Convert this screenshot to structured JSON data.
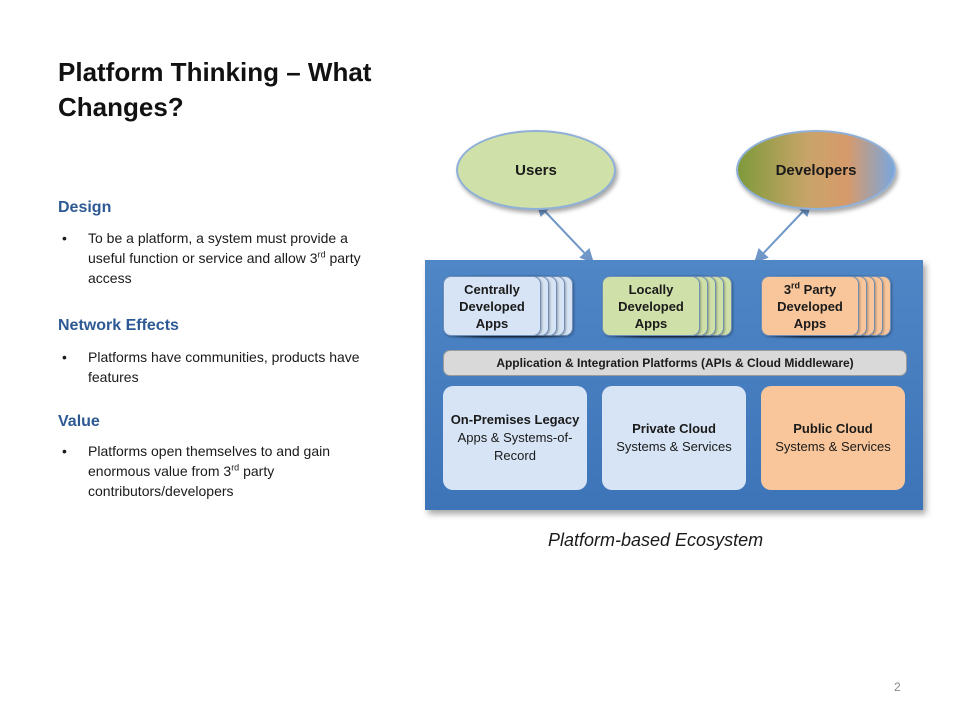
{
  "slide": {
    "title": "Platform Thinking – What Changes?",
    "page_number": "2"
  },
  "sections": [
    {
      "heading": "Design",
      "bullet_pre": "To be a platform, a system must provide a useful function or service and allow 3",
      "sup": "rd",
      "bullet_post": " party access"
    },
    {
      "heading": "Network Effects",
      "bullet_pre": "Platforms have communities, products have features",
      "sup": "",
      "bullet_post": ""
    },
    {
      "heading": "Value",
      "bullet_pre": "Platforms open themselves to and gain enormous value from 3",
      "sup": "rd",
      "bullet_post": " party contributors/developers"
    }
  ],
  "bullet_symbol": "•",
  "diagram": {
    "users": "Users",
    "developers": "Developers",
    "apps_central": "Centrally Developed Apps",
    "apps_local": "Locally Developed Apps",
    "apps_3rd_pre": "3",
    "apps_3rd_sup": "rd",
    "apps_3rd_post": " Party Developed Apps",
    "middleware": "Application & Integration Platforms (APIs & Cloud Middleware)",
    "onprem_bold": "On-Premises Legacy",
    "onprem_normal": "Apps & Systems-of-Record",
    "private_bold": "Private Cloud",
    "private_normal": "Systems & Services",
    "public_bold": "Public Cloud",
    "public_normal": "Systems & Services",
    "caption": "Platform-based Ecosystem",
    "colors": {
      "platform_blue": "#4f86c6",
      "users_green": "#cfe0a8",
      "apps_blue": "#d6e4f5",
      "apps_orange": "#f8c69a",
      "heading_blue": "#2e5a94"
    }
  }
}
